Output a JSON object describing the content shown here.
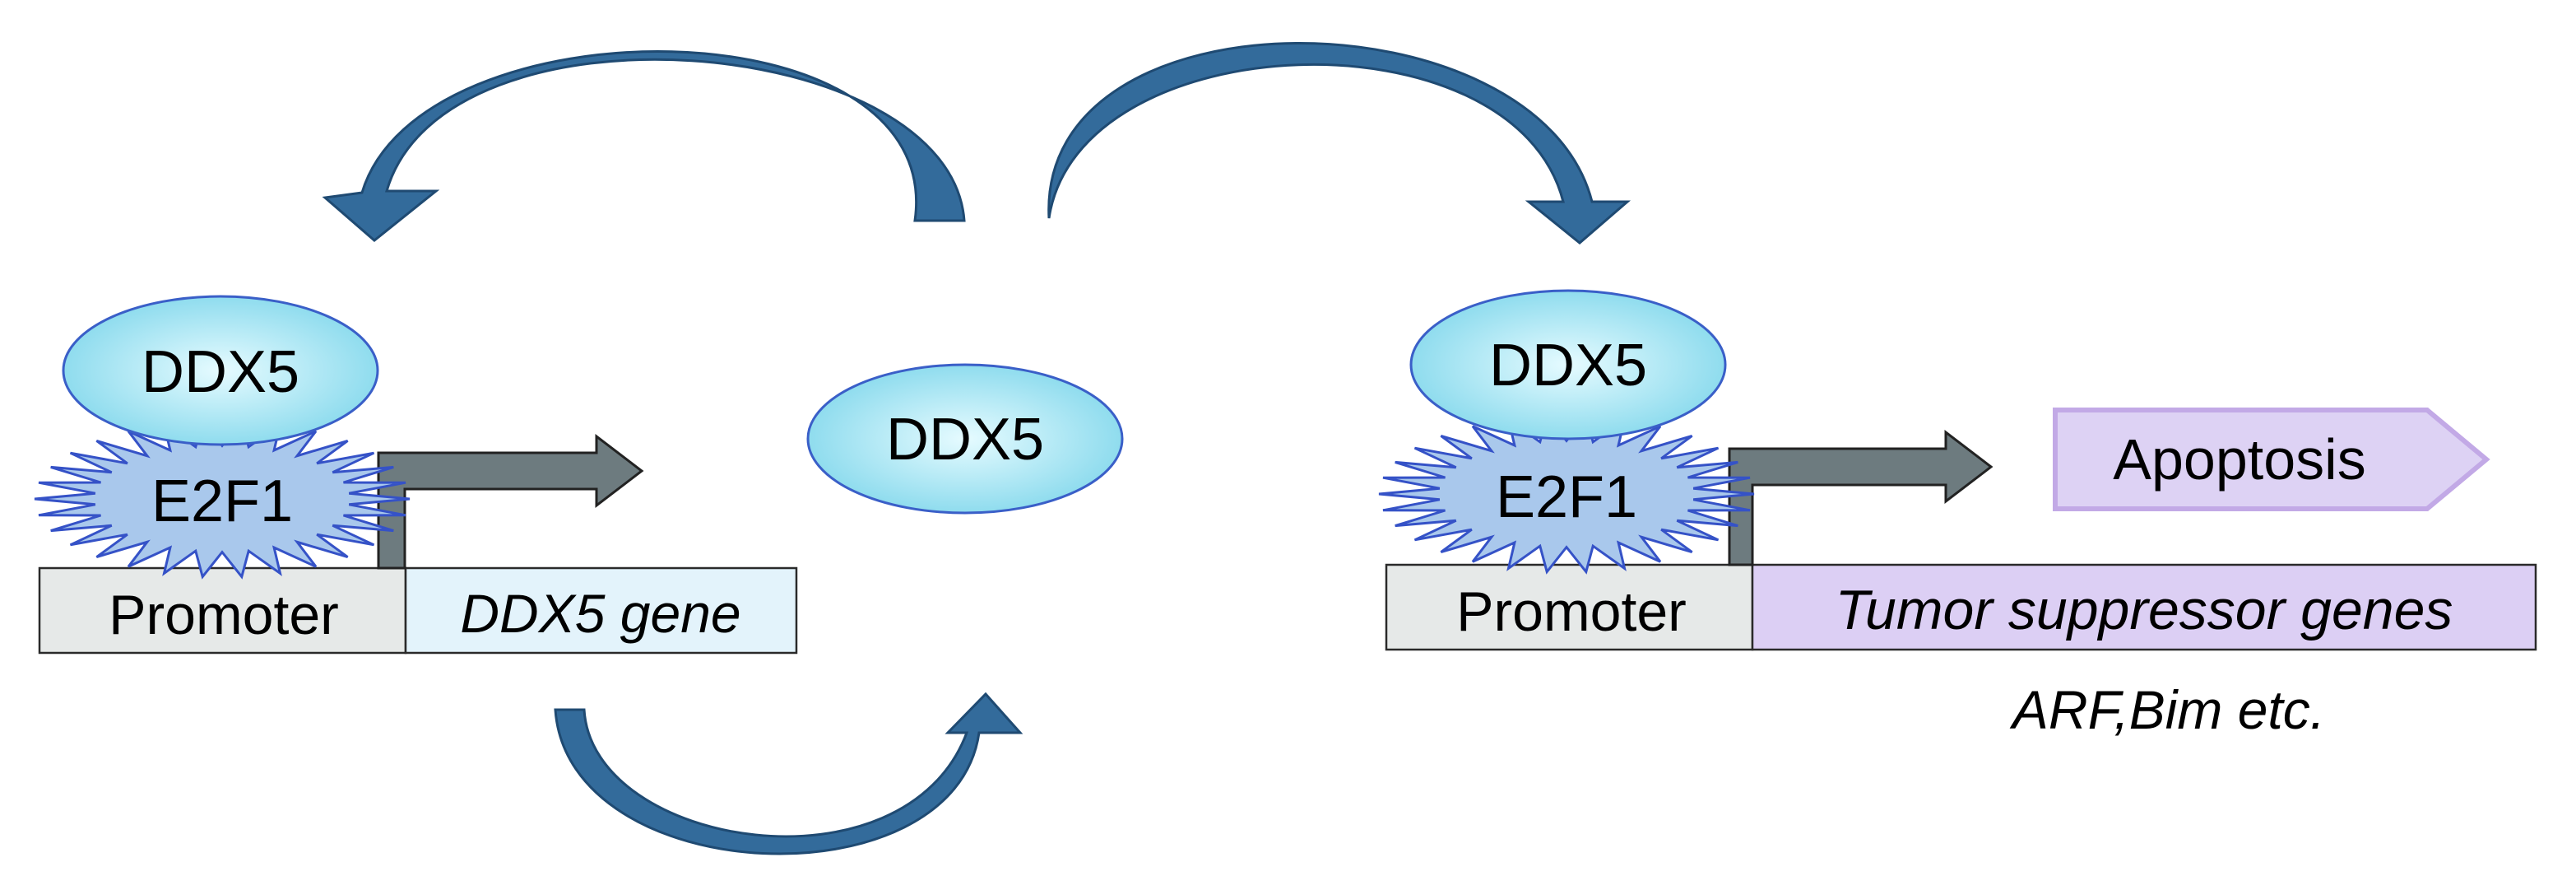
{
  "left": {
    "protein": "DDX5",
    "factor": "E2F1",
    "promoter": "Promoter",
    "gene": "DDX5 gene"
  },
  "center": {
    "protein": "DDX5"
  },
  "right": {
    "protein": "DDX5",
    "factor": "E2F1",
    "promoter": "Promoter",
    "gene": "Tumor suppressor genes",
    "outcome": "Apoptosis",
    "examples": "ARF,Bim etc."
  },
  "colors": {
    "arrow_blue": "#336b9b",
    "ellipse_edge": "#3a5fc8",
    "ellipse_center": "#e6fbff",
    "ellipse_outer": "#8fdcee",
    "star_fill": "#a9c8ec",
    "star_edge": "#3552c7",
    "promoter_fill": "#e6e9e8",
    "ddx5_gene_fill": "#e3f3fb",
    "tsg_fill": "#dccff4",
    "apoptosis_fill": "#ddd2f4",
    "apoptosis_edge": "#c2a9e6",
    "tss_arrow_fill": "#6d7b7f"
  }
}
